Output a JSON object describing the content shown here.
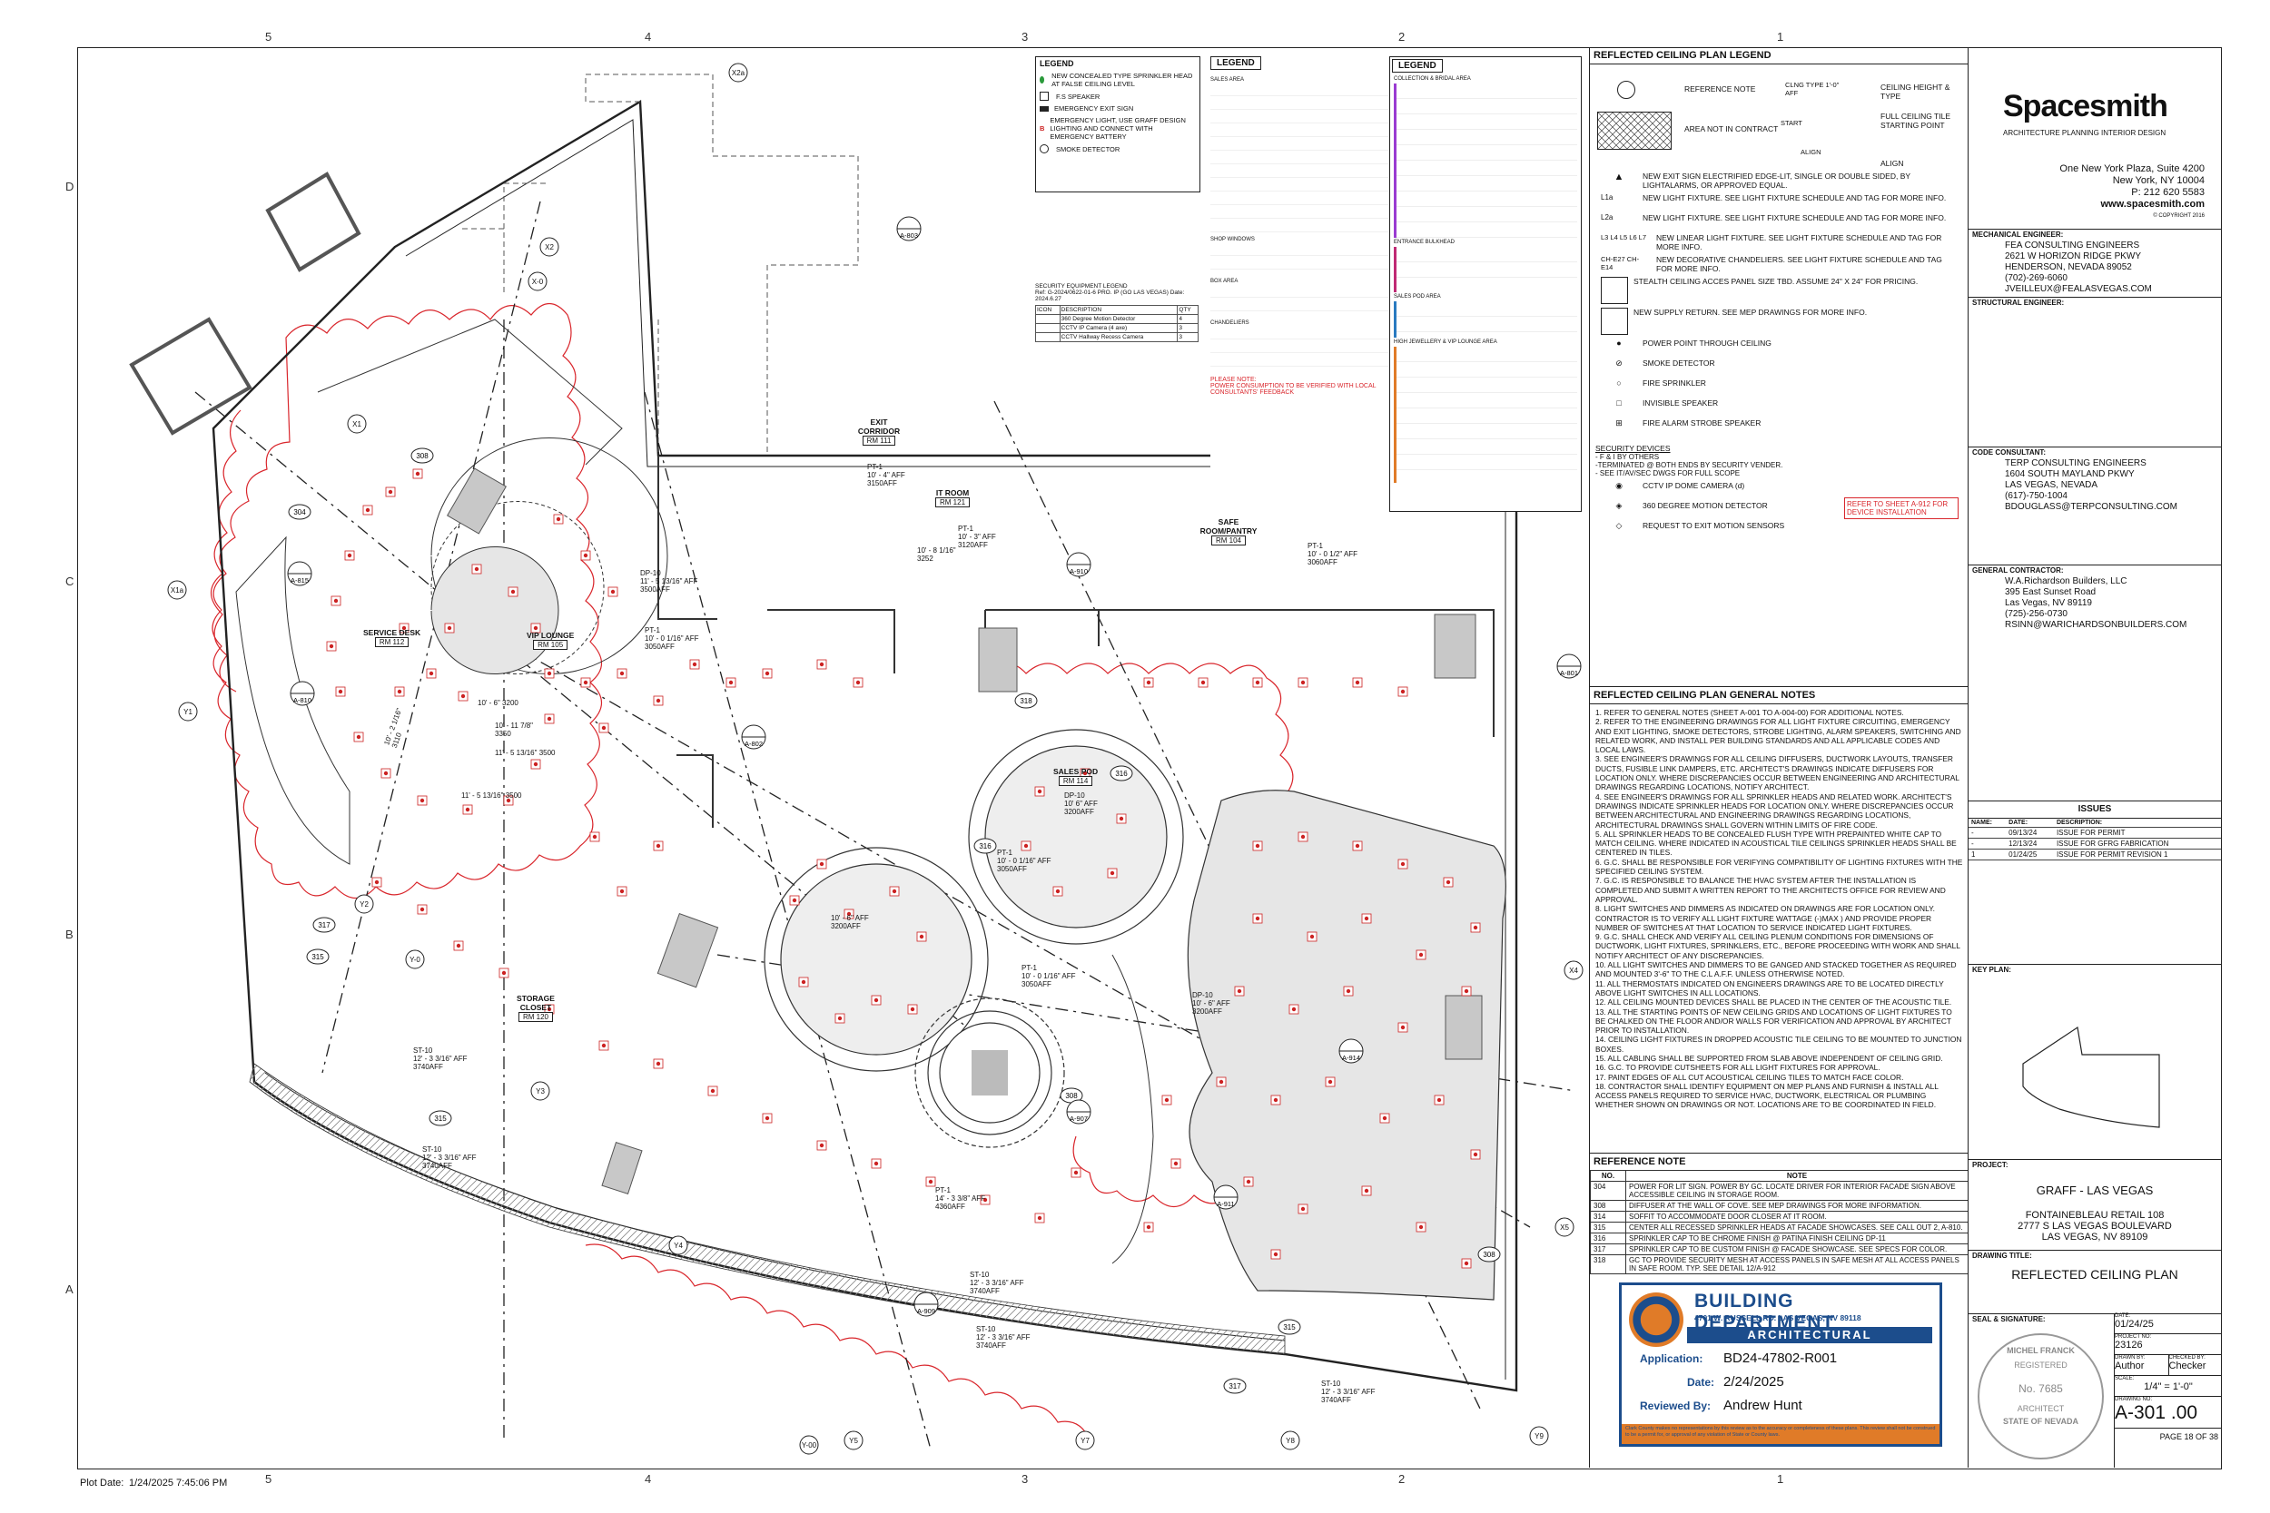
{
  "grid": {
    "top_cols": [
      "5",
      "4",
      "3",
      "2",
      "1"
    ],
    "bottom_cols": [
      "5",
      "4",
      "3",
      "2",
      "1"
    ],
    "rows": [
      "D",
      "C",
      "B",
      "A"
    ]
  },
  "plot_date": {
    "label": "Plot Date:",
    "value": "1/24/2025 7:45:06 PM"
  },
  "plan": {
    "rooms": [
      {
        "name": "EXIT CORRIDOR",
        "num": "RM 111"
      },
      {
        "name": "IT ROOM",
        "num": "RM 121"
      },
      {
        "name": "SAFE ROOM/PANTRY",
        "num": "RM 104"
      },
      {
        "name": "SERVICE DESK",
        "num": "RM 112"
      },
      {
        "name": "VIP LOUNGE",
        "num": "RM 105"
      },
      {
        "name": "SALES POD",
        "num": "RM 114"
      },
      {
        "name": "STORAGE CLOSET",
        "num": "RM 120"
      }
    ],
    "heights": [
      {
        "tag": "PT-1",
        "text": "10' - 4\" AFF 3150AFF"
      },
      {
        "tag": "PT-1",
        "text": "10' - 3\" AFF 3120AFF"
      },
      {
        "tag": "PT-1",
        "text": "10' - 0 1/2\" AFF 3060AFF"
      },
      {
        "tag": "DP-10",
        "text": "11' - 5 13/16\" AFF 3500AFF"
      },
      {
        "tag": "PT-1",
        "text": "10' - 0 1/16\" AFF 3050AFF"
      },
      {
        "tag": "",
        "text": "10' - 8 1/16\" 3252"
      },
      {
        "tag": "",
        "text": "10' - 6\" 3200"
      },
      {
        "tag": "",
        "text": "10' - 11 7/8\" 3350"
      },
      {
        "tag": "",
        "text": "11' - 5 13/16\" 3500"
      },
      {
        "tag": "",
        "text": "10' - 2 1/16\" 3110"
      },
      {
        "tag": "",
        "text": "11' - 5 13/16\" 3500"
      },
      {
        "tag": "DP-10",
        "text": "10' 6\" AFF 3200AFF"
      },
      {
        "tag": "PT-1",
        "text": "10' - 0 1/16\" AFF 3050AFF"
      },
      {
        "tag": "",
        "text": "10' - 6\" AFF 3200AFF"
      },
      {
        "tag": "PT-1",
        "text": "10' - 0 1/16\" AFF 3050AFF"
      },
      {
        "tag": "DP-10",
        "text": "10' - 6\" AFF 3200AFF"
      },
      {
        "tag": "PT-1",
        "text": "14' - 3 3/8\" AFF 4360AFF"
      },
      {
        "tag": "ST-10",
        "text": "12' - 3 3/16\" AFF 3740AFF"
      },
      {
        "tag": "ST-10",
        "text": "12' - 3 3/16\" AFF 3740AFF"
      },
      {
        "tag": "ST-10",
        "text": "12' - 3 3/16\" AFF 3740AFF"
      },
      {
        "tag": "ST-10",
        "text": "12' - 3 3/16\" AFF 3740AFF"
      },
      {
        "tag": "ST-10",
        "text": "12' - 3 3/16\" AFF 3740AFF"
      }
    ],
    "grid_bubbles": [
      "X2a",
      "X2",
      "X1",
      "X1a",
      "Y1",
      "Y2",
      "Y-0",
      "Y3",
      "Y4",
      "Y5",
      "Y7",
      "Y8",
      "Y9",
      "X4",
      "X5",
      "X-0",
      "Y-00"
    ],
    "elevation_tags": [
      "A-803",
      "A-815",
      "A-810",
      "A-802",
      "A-907",
      "A-910",
      "A-911",
      "A-801",
      "A-909",
      "A-914"
    ]
  },
  "mini_legend": {
    "title": "LEGEND",
    "items": [
      {
        "icon": "sprinkler-green",
        "text": "NEW CONCEALED TYPE SPRINKLER HEAD AT FALSE CEILING LEVEL"
      },
      {
        "icon": "speaker",
        "text": "F.S SPEAKER"
      },
      {
        "icon": "exit-sign",
        "text": "EMERGENCY EXIT SIGN"
      },
      {
        "icon": "emergency-light",
        "text": "EMERGENCY LIGHT, USE GRAFF DESIGN LIGHTING AND CONNECT WITH EMERGENCY BATTERY"
      },
      {
        "icon": "smoke-detector",
        "text": "SMOKE DETECTOR"
      }
    ],
    "security_title": "SECURITY EQUIPMENT LEGEND",
    "security_ref": "Ref: G-2024/0622-01-6 PRO. IP (GO LAS VEGAS) Date: 2024.6.27",
    "security_cols": [
      "ICON",
      "DESCRIPTION",
      "QTY"
    ],
    "security_rows": [
      [
        "",
        "360 Degree Motion Detector",
        "4"
      ],
      [
        "",
        "CCTV IP Camera (4 axe)",
        "3"
      ],
      [
        "",
        "CCTV Hallway Recess Camera",
        "3"
      ]
    ]
  },
  "light_legend": {
    "title": "LEGEND",
    "notes_label": "PLEASE NOTE:",
    "notes": "POWER CONSUMPTION TO BE VERIFIED WITH LOCAL CONSULTANTS' FEEDBACK",
    "sections": [
      "SALES AREA",
      "SHOP WINDOWS",
      "BOX AREA",
      "CHANDELIERS"
    ],
    "sections_right": [
      "COLLECTION & BRIDAL AREA",
      "ENTRANCE BULKHEAD",
      "SALES POD AREA",
      "HIGH JEWELLERY & VIP LOUNGE AREA"
    ]
  },
  "rcp_legend": {
    "title": "REFLECTED CEILING PLAN LEGEND",
    "top": [
      {
        "icon": "reference-note-icon",
        "text": "REFERENCE NOTE"
      },
      {
        "icon": "hatch-icon",
        "text": "AREA NOT IN CONTRACT"
      }
    ],
    "top_right": [
      {
        "text": "CEILING HEIGHT & TYPE",
        "tag": "CLNG TYPE 1'-0\" AFF"
      },
      {
        "text": "FULL CEILING TILE STARTING POINT",
        "tag": "START"
      },
      {
        "text": "ALIGN",
        "tag": "ALIGN"
      }
    ],
    "items": [
      {
        "tag": "",
        "text": "NEW EXIT SIGN ELECTRIFIED EDGE-LIT, SINGLE OR DOUBLE SIDED, BY LIGHTALARMS, OR APPROVED EQUAL."
      },
      {
        "tag": "L1a",
        "text": "NEW LIGHT FIXTURE. SEE LIGHT FIXTURE SCHEDULE AND TAG FOR MORE INFO."
      },
      {
        "tag": "L2a",
        "text": "NEW LIGHT FIXTURE. SEE LIGHT FIXTURE SCHEDULE AND TAG FOR MORE INFO."
      },
      {
        "tag": "L3 L4 L5 L6 L7",
        "text": "NEW LINEAR LIGHT FIXTURE. SEE LIGHT FIXTURE SCHEDULE AND TAG FOR MORE INFO."
      },
      {
        "tag": "CH-E27 CH-E14",
        "text": "NEW DECORATIVE CHANDELIERS. SEE LIGHT FIXTURE SCHEDULE AND TAG FOR MORE INFO."
      },
      {
        "tag": "",
        "text": "STEALTH CEILING ACCES PANEL SIZE TBD. ASSUME 24\" X 24\" FOR PRICING."
      },
      {
        "tag": "",
        "text": "NEW SUPPLY RETURN. SEE MEP DRAWINGS FOR MORE INFO."
      },
      {
        "tag": "",
        "text": "POWER POINT THROUGH CEILING"
      },
      {
        "tag": "",
        "text": "SMOKE DETECTOR"
      },
      {
        "tag": "",
        "text": "FIRE SPRINKLER"
      },
      {
        "tag": "",
        "text": "INVISIBLE SPEAKER"
      },
      {
        "tag": "",
        "text": "FIRE ALARM STROBE SPEAKER"
      }
    ],
    "security_title": "SECURITY DEVICES",
    "security_notes": [
      "- F & I BY OTHERS",
      "-TERMINATED @ BOTH ENDS BY SECURITY VENDER.",
      "- SEE IT/AV/SEC DWGS FOR FULL SCOPE"
    ],
    "security_items": [
      "CCTV IP DOME CAMERA (d)",
      "360 DEGREE MOTION DETECTOR",
      "REQUEST TO EXIT MOTION SENSORS"
    ],
    "security_ref": "REFER TO SHEET A-912 FOR DEVICE INSTALLATION"
  },
  "general_notes": {
    "title": "REFLECTED CEILING PLAN GENERAL NOTES",
    "items": [
      "1. REFER TO GENERAL NOTES (SHEET A-001 TO A-004-00) FOR ADDITIONAL NOTES.",
      "2. REFER TO THE ENGINEERING DRAWINGS FOR ALL LIGHT FIXTURE CIRCUITING, EMERGENCY AND EXIT LIGHTING, SMOKE DETECTORS, STROBE LIGHTING, ALARM SPEAKERS, SWITCHING AND RELATED WORK, AND INSTALL PER BUILDING STANDARDS AND ALL APPLICABLE CODES AND LOCAL LAWS.",
      "3. SEE ENGINEER'S DRAWINGS FOR ALL CEILING DIFFUSERS, DUCTWORK LAYOUTS, TRANSFER DUCTS, FUSIBLE LINK DAMPERS, ETC. ARCHITECT'S DRAWINGS INDICATE DIFFUSERS FOR LOCATION ONLY. WHERE DISCREPANCIES OCCUR BETWEEN ENGINEERING AND ARCHITECTURAL DRAWINGS REGARDING LOCATIONS, NOTIFY ARCHITECT.",
      "4. SEE ENGINEER'S DRAWINGS FOR ALL SPRINKLER HEADS AND RELATED WORK. ARCHITECT'S DRAWINGS INDICATE SPRINKLER HEADS FOR LOCATION ONLY. WHERE DISCREPANCIES OCCUR BETWEEN ARCHITECTURAL AND ENGINEERING DRAWINGS REGARDING LOCATIONS, ARCHITECTURAL DRAWINGS SHALL GOVERN WITHIN LIMITS OF FIRE CODE.",
      "5. ALL SPRINKLER HEADS TO BE CONCEALED FLUSH TYPE WITH PREPAINTED WHITE CAP TO MATCH CEILING. WHERE INDICATED IN ACOUSTICAL TILE CEILINGS SPRINKLER HEADS SHALL BE CENTERED IN TILES.",
      "6. G.C. SHALL BE RESPONSIBLE FOR VERIFYING COMPATIBILITY OF LIGHTING FIXTURES WITH THE SPECIFIED CEILING SYSTEM.",
      "7. G.C. IS RESPONSIBLE TO BALANCE THE HVAC SYSTEM AFTER THE INSTALLATION IS COMPLETED AND SUBMIT A WRITTEN REPORT TO THE ARCHITECTS OFFICE FOR REVIEW AND APPROVAL.",
      "8. LIGHT SWITCHES AND DIMMERS AS INDICATED ON DRAWINGS ARE FOR LOCATION ONLY. CONTRACTOR IS TO VERIFY ALL LIGHT FIXTURE WATTAGE (-)MAX ) AND PROVIDE PROPER NUMBER OF SWITCHES AT THAT LOCATION TO SERVICE INDICATED LIGHT FIXTURES.",
      "9. G.C. SHALL CHECK AND VERIFY ALL CEILING PLENUM CONDITIONS FOR DIMENSIONS OF DUCTWORK, LIGHT FIXTURES, SPRINKLERS, ETC., BEFORE PROCEEDING WITH WORK AND SHALL NOTIFY ARCHITECT OF ANY DISCREPANCIES.",
      "10. ALL LIGHT SWITCHES AND DIMMERS TO BE GANGED AND STACKED TOGETHER AS REQUIRED AND MOUNTED 3'-6\" TO THE C.L A.F.F. UNLESS OTHERWISE NOTED.",
      "11. ALL THERMOSTATS INDICATED ON ENGINEERS DRAWINGS ARE TO BE LOCATED DIRECTLY ABOVE LIGHT SWITCHES IN ALL LOCATIONS.",
      "12. ALL CEILING MOUNTED DEVICES SHALL BE PLACED IN THE CENTER OF THE ACOUSTIC TILE.",
      "13. ALL THE STARTING POINTS OF NEW CEILING GRIDS AND LOCATIONS OF LIGHT FIXTURES TO BE CHALKED ON THE FLOOR AND/OR WALLS FOR VERIFICATION AND APPROVAL BY ARCHITECT PRIOR TO INSTALLATION.",
      "14. CEILING LIGHT FIXTURES IN DROPPED ACOUSTIC TILE CEILING TO BE MOUNTED TO JUNCTION BOXES.",
      "15. ALL CABLING SHALL BE SUPPORTED FROM SLAB ABOVE INDEPENDENT OF CEILING GRID.",
      "16. G.C. TO PROVIDE CUTSHEETS FOR ALL LIGHT FIXTURES FOR APPROVAL.",
      "17. PAINT EDGES OF ALL CUT ACOUSTICAL CEILING TILES TO MATCH FACE COLOR.",
      "18. CONTRACTOR SHALL IDENTIFY EQUIPMENT ON MEP PLANS AND FURNISH & INSTALL ALL ACCESS PANELS REQUIRED TO SERVICE HVAC, DUCTWORK, ELECTRICAL OR PLUMBING WHETHER SHOWN ON DRAWINGS OR NOT. LOCATIONS ARE TO BE COORDINATED IN FIELD."
    ]
  },
  "reference_note": {
    "title": "REFERENCE NOTE",
    "cols": [
      "NO.",
      "NOTE"
    ],
    "rows": [
      [
        "304",
        "POWER FOR LIT SIGN. POWER BY GC. LOCATE DRIVER FOR INTERIOR FACADE SIGN ABOVE ACCESSIBLE CEILING IN STORAGE ROOM."
      ],
      [
        "308",
        "DIFFUSER AT THE WALL OF COVE. SEE MEP DRAWINGS FOR MORE INFORMATION."
      ],
      [
        "314",
        "SOFFIT TO ACCOMMODATE DOOR CLOSER AT IT ROOM."
      ],
      [
        "315",
        "CENTER ALL RECESSED SPRINKLER HEADS AT FACADE SHOWCASES. SEE CALL OUT 2, A-810."
      ],
      [
        "316",
        "SPRINKLER CAP TO BE CHROME FINISH @ PATINA FINISH CEILING DP-11"
      ],
      [
        "317",
        "SPRINKLER CAP TO BE CUSTOM FINISH @ FACADE SHOWCASE. SEE SPECS FOR COLOR."
      ],
      [
        "318",
        "GC TO PROVIDE SECURITY MESH AT ACCESS PANELS IN SAFE MESH AT ALL ACCESS PANELS IN SAFE ROOM. TYP. SEE DETAIL 12/A-912"
      ]
    ]
  },
  "stamp": {
    "title": "BUILDING DEPARTMENT",
    "address": "4701 W. RUSSELL RD. LAS VEGAS, NV 89118",
    "band": "ARCHITECTURAL",
    "app_label": "Application:",
    "app_value": "BD24-47802-R001",
    "date_label": "Date:",
    "date_value": "2/24/2025",
    "rev_label": "Reviewed By:",
    "rev_value": "Andrew Hunt",
    "footer": "Clark County makes no representations by this review as to the accuracy or completeness of these plans. This review shall not be construed to be a permit for, or approval of any violation of State or County laws."
  },
  "title_block": {
    "firm": "Spacesmith",
    "firm_sub": "ARCHITECTURE PLANNING INTERIOR DESIGN",
    "address1": "One New York Plaza, Suite 4200",
    "address2": "New York, NY 10004",
    "phone": "P: 212 620 5583",
    "web": "www.spacesmith.com",
    "copyright": "© COPYRIGHT 2016",
    "mech_label": "MECHANICAL ENGINEER:",
    "mech": [
      "FEA CONSULTING ENGINEERS",
      "2621 W HORIZON RIDGE PKWY",
      "HENDERSON, NEVADA 89052",
      "(702)-269-6060",
      "JVEILLEUX@FEALASVEGAS.COM"
    ],
    "struct_label": "STRUCTURAL ENGINEER:",
    "code_label": "CODE CONSULTANT:",
    "code": [
      "TERP CONSULTING ENGINEERS",
      "1604 SOUTH MAYLAND PKWY",
      "LAS VEGAS, NEVADA",
      "(617)-750-1004",
      "BDOUGLASS@TERPCONSULTING.COM"
    ],
    "gc_label": "GENERAL CONTRACTOR:",
    "gc": [
      "W.A.Richardson Builders, LLC",
      "395 East Sunset Road",
      "Las Vegas, NV 89119",
      "(725)-256-0730",
      "RSINN@WARICHARDSONBUILDERS.COM"
    ],
    "issues_label": "ISSUES",
    "issues_cols": [
      "NAME:",
      "DATE:",
      "DESCRIPTION:"
    ],
    "issues": [
      [
        "-",
        "09/13/24",
        "ISSUE FOR PERMIT"
      ],
      [
        "-",
        "12/13/24",
        "ISSUE FOR GFRG FABRICATION"
      ],
      [
        "1",
        "01/24/25",
        "ISSUE FOR PERMIT REVISION 1"
      ]
    ],
    "key_plan_label": "KEY PLAN:",
    "project_label": "PROJECT:",
    "project_name": "GRAFF - LAS VEGAS",
    "project_addr": [
      "FONTAINEBLEAU RETAIL 108",
      "2777 S LAS VEGAS BOULEVARD",
      "LAS VEGAS, NV 89109"
    ],
    "drawing_title_label": "DRAWING TITLE:",
    "drawing_title": "REFLECTED CEILING PLAN",
    "seal_label": "SEAL & SIGNATURE:",
    "seal_name": "MICHEL FRANCK",
    "seal_reg": "REGISTERED",
    "seal_no": "No. 7685",
    "seal_arch": "ARCHITECT",
    "seal_state": "STATE OF NEVADA",
    "date_label": "DATE:",
    "date": "01/24/25",
    "projno_label": "PROJECT NO:",
    "projno": "23126",
    "drawn_label": "DRAWN BY:",
    "drawn": "Author",
    "checked_label": "CHECKED BY:",
    "checked": "Checker",
    "scale_label": "SCALE:",
    "scale": "1/4\" = 1'-0\"",
    "drawing_no_label": "DRAWING NO:",
    "drawing_no": "A-301 .00",
    "page": "PAGE 18 OF 38"
  },
  "colors": {
    "cloud": "#d9262c",
    "stamp_blue": "#1c4d8c",
    "stamp_orange": "#e07b28",
    "fill_grey": "#d9d9d9"
  }
}
